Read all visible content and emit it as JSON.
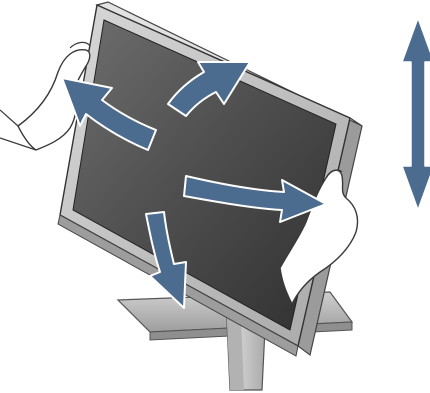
{
  "illustration": {
    "subject": "monitor-adjustment",
    "colors": {
      "arrow_fill": "#4b6b8f",
      "arrow_outline": "#ffffff",
      "screen_dark": "#3d3d3d",
      "screen_light": "#7a7a7a",
      "bezel": "#b9b9b9",
      "bezel_edge": "#cfcfcf",
      "stand": "#c4c4c4",
      "stand_shadow": "#a9a9a9",
      "hand_fill": "#ffffff",
      "line": "#3a3a3a"
    },
    "arrows": [
      {
        "name": "arrow-up-right",
        "direction": "up-right"
      },
      {
        "name": "arrow-up-left",
        "direction": "up-left"
      },
      {
        "name": "arrow-right",
        "direction": "right"
      },
      {
        "name": "arrow-down",
        "direction": "down"
      },
      {
        "name": "height-double-arrow",
        "direction": "up-down"
      }
    ]
  }
}
